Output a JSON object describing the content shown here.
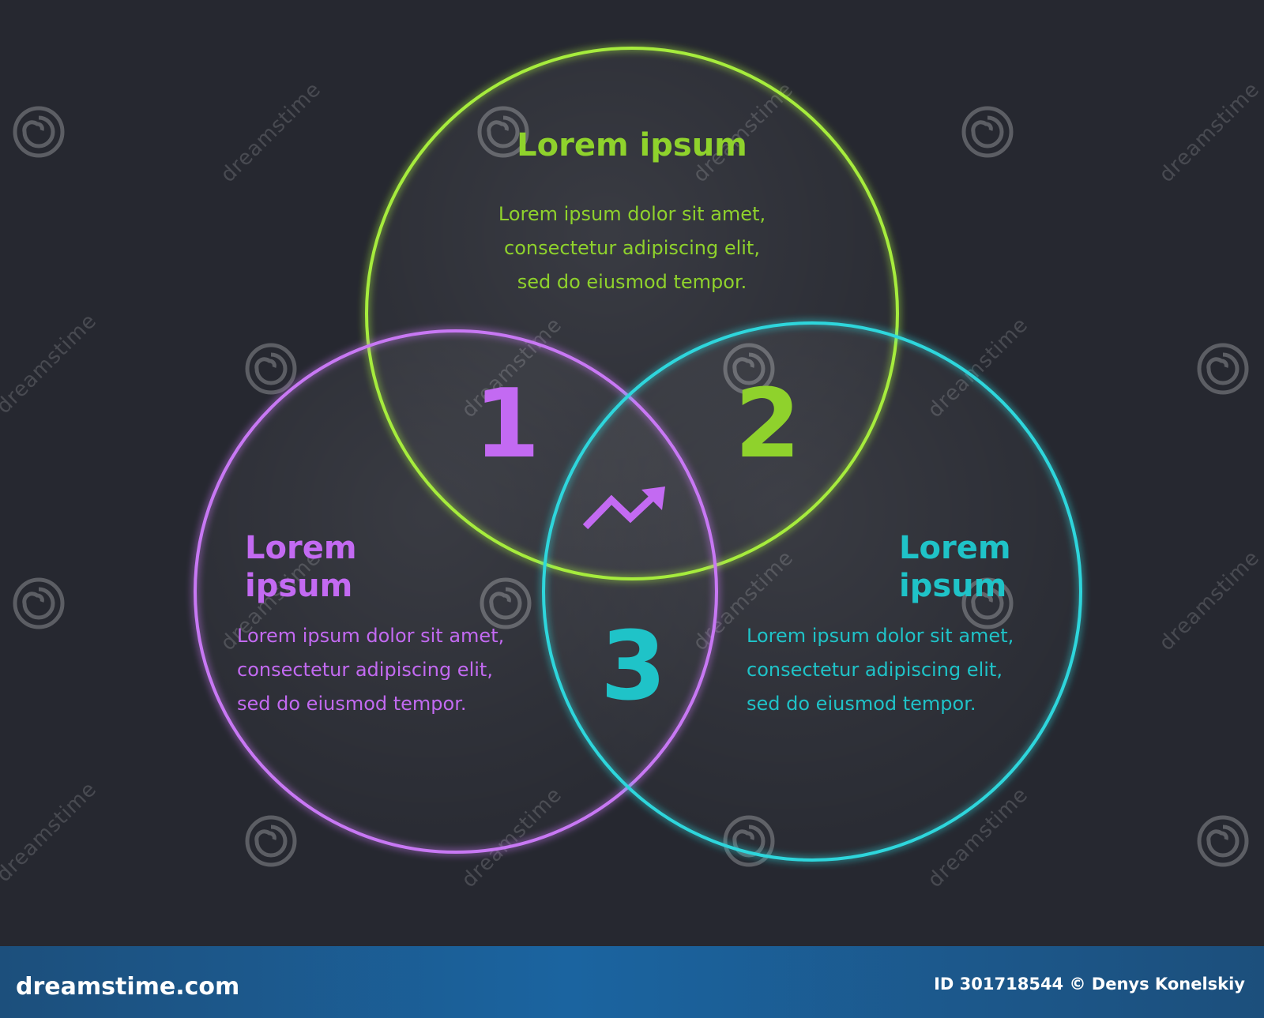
{
  "colors": {
    "background": "#262830",
    "green": "#8fd22c",
    "purple": "#c36af2",
    "cyan": "#1fc3c8",
    "footer": "#1b5f96"
  },
  "circles": {
    "top": {
      "title": "Lorem ipsum",
      "lines": [
        "Lorem ipsum dolor sit amet,",
        "consectetur adipiscing elit,",
        "sed do eiusmod tempor."
      ]
    },
    "left": {
      "title_line1": "Lorem",
      "title_line2": "ipsum",
      "lines": [
        "Lorem ipsum dolor sit amet,",
        "consectetur adipiscing elit,",
        "sed do eiusmod tempor."
      ]
    },
    "right": {
      "title_line1": "Lorem",
      "title_line2": "ipsum",
      "lines": [
        "Lorem ipsum dolor sit amet,",
        "consectetur adipiscing elit,",
        "sed do eiusmod tempor."
      ]
    }
  },
  "intersections": {
    "one": "1",
    "two": "2",
    "three": "3",
    "center_icon": "trend-up-arrow-icon"
  },
  "watermark": {
    "text": "dreamstime",
    "icon": "spiral-logo-icon"
  },
  "footer": {
    "brand": "dreamstime.com",
    "credit": "ID 301718544 © Denys Konelskiy"
  }
}
